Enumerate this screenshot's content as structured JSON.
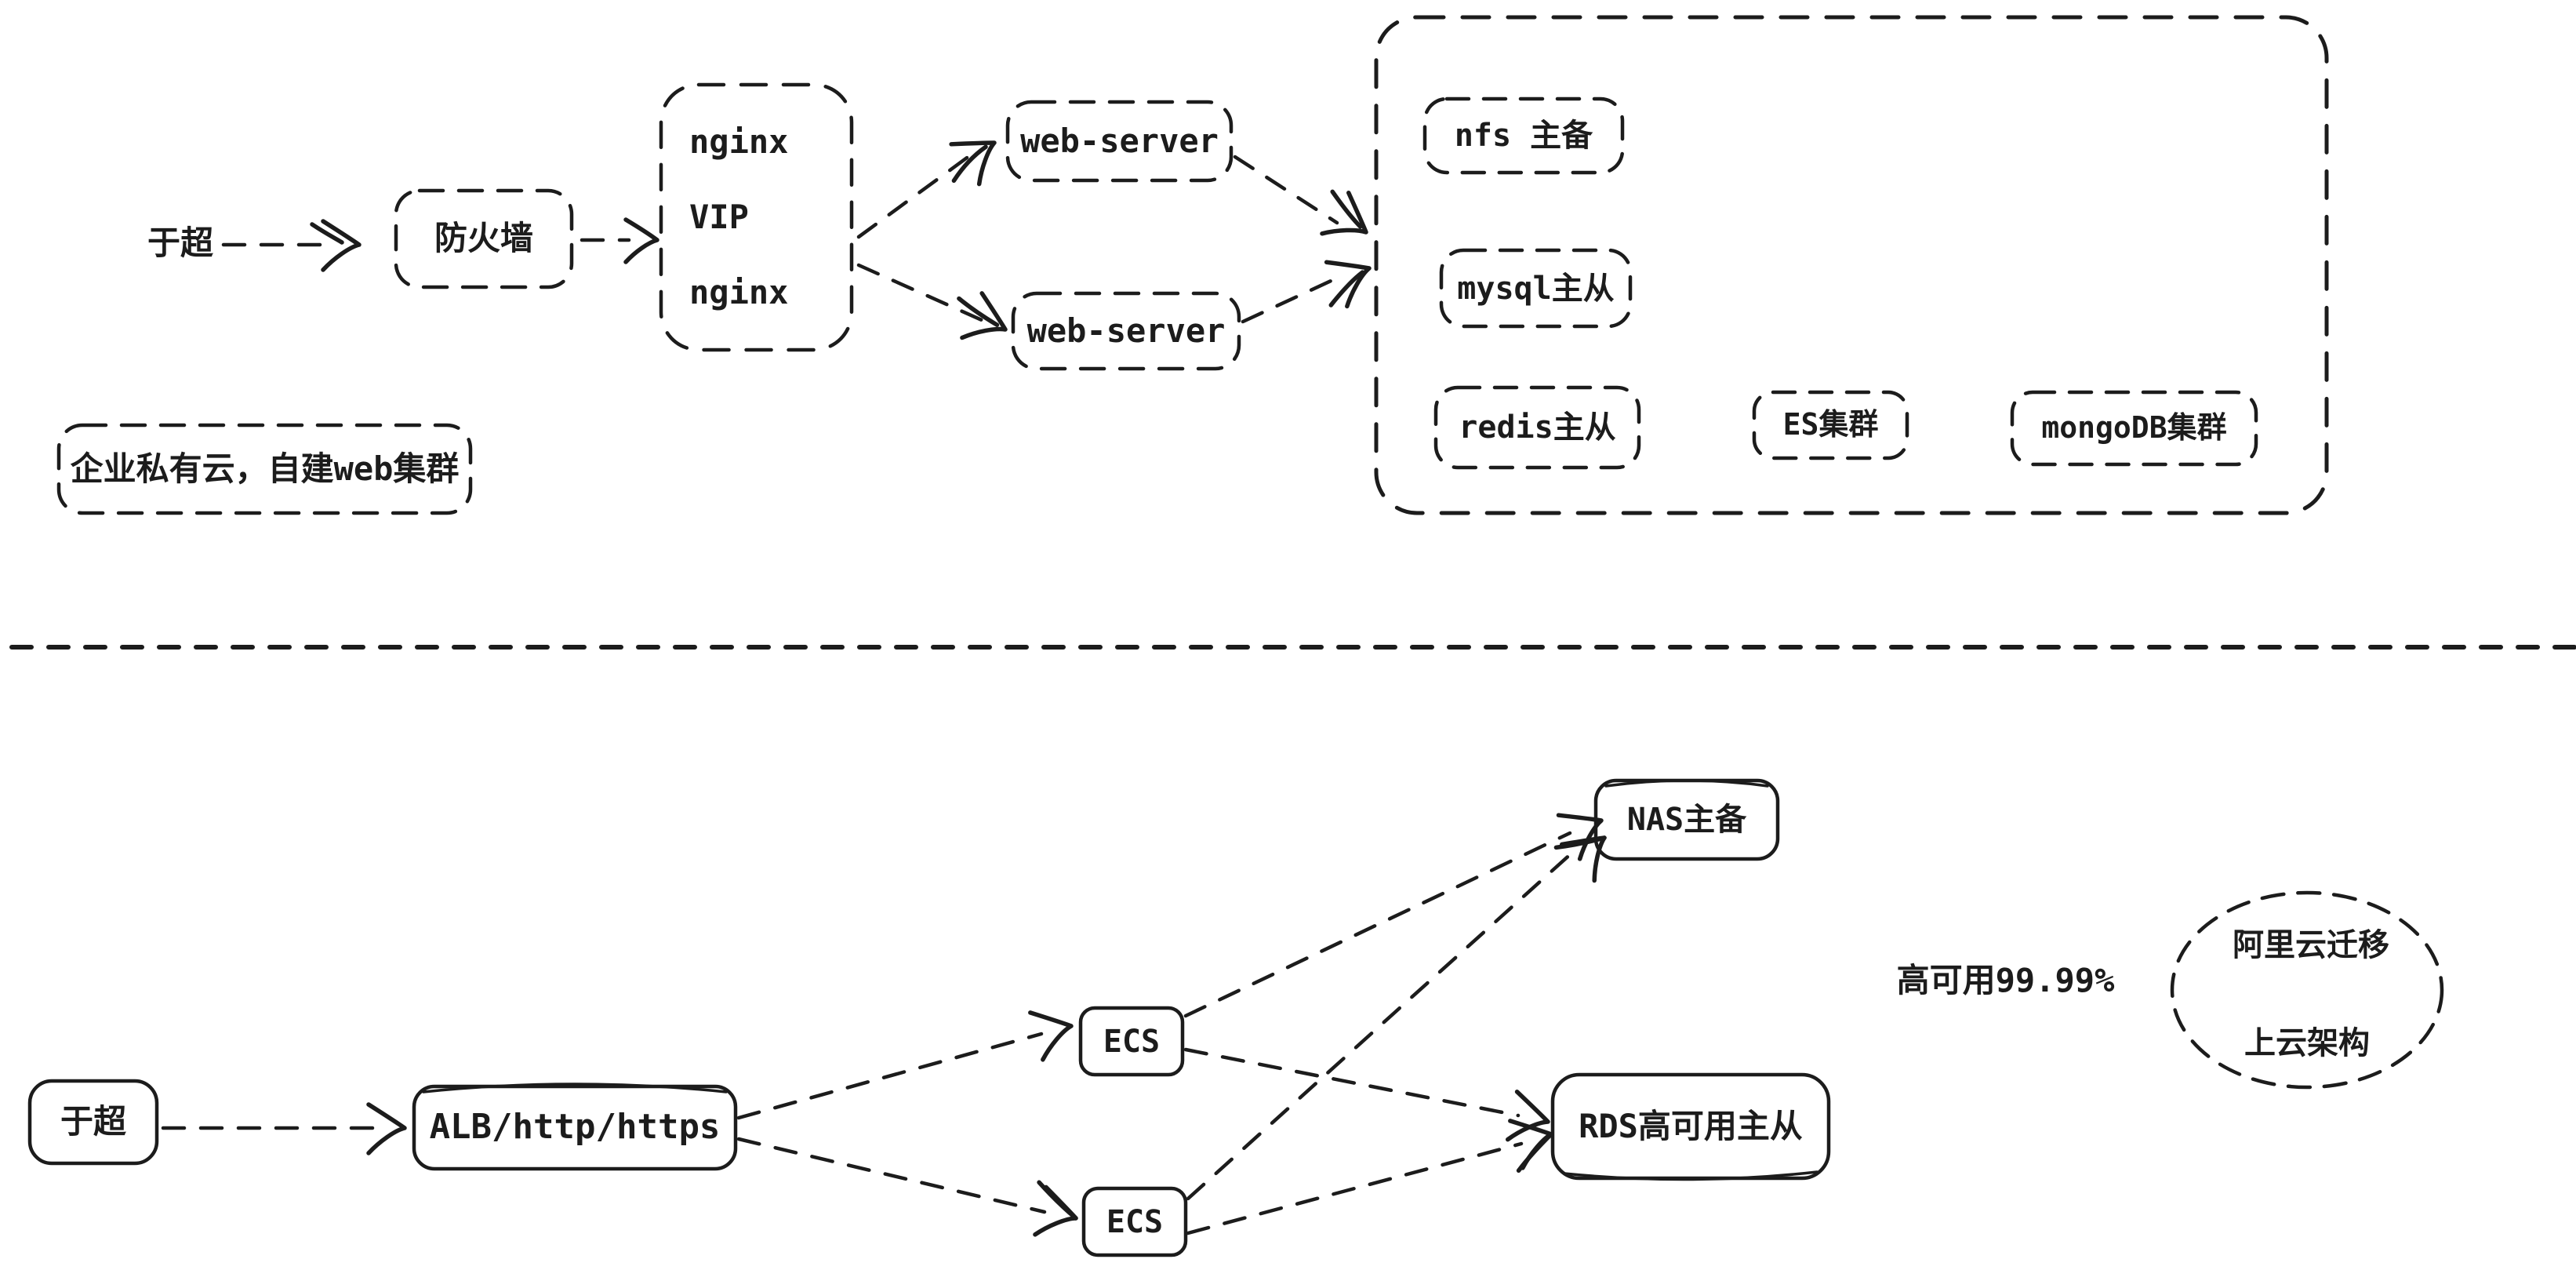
{
  "canvas": {
    "background": "#ffffff",
    "ink_color": "#1c1c1c"
  },
  "top_section": {
    "user_label": "于超",
    "firewall_label": "防火墙",
    "nginx_vip_lines": [
      "nginx",
      "VIP",
      "nginx"
    ],
    "web_server_1_label": "web-server",
    "web_server_2_label": "web-server",
    "backend_cluster": {
      "nfs_label": "nfs 主备",
      "mysql_label": "mysql主从",
      "redis_label": "redis主从",
      "es_label": "ES集群",
      "mongodb_label": "mongoDB集群"
    },
    "caption_label": "企业私有云，自建web集群"
  },
  "bottom_section": {
    "user_label": "于超",
    "alb_label": "ALB/http/https",
    "ecs_1_label": "ECS",
    "ecs_2_label": "ECS",
    "nas_label": "NAS主备",
    "rds_label": "RDS高可用主从",
    "availability_label": "高可用99.99%",
    "cloud_circle_lines": [
      "阿里云迁移",
      "上云架构"
    ]
  }
}
